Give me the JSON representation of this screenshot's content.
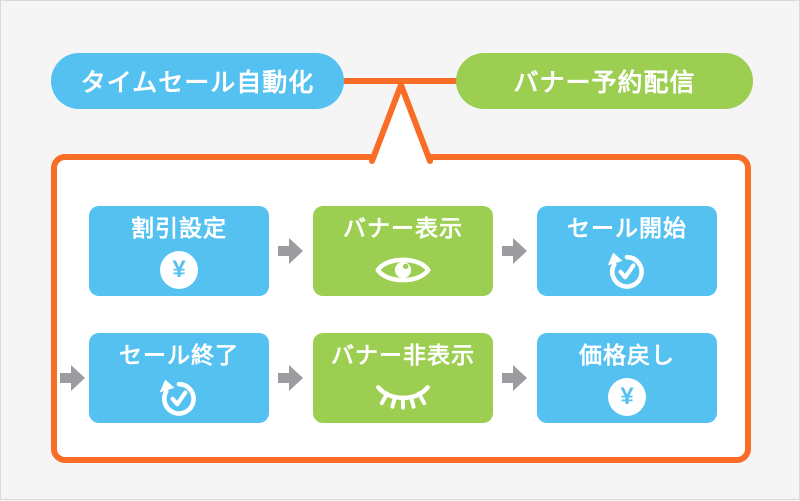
{
  "colors": {
    "background": "#f5f5f6",
    "frame_border": "#d9d9dd",
    "blue": "#54c1f0",
    "green": "#9bce51",
    "orange": "#f96d28",
    "arrow_gray": "#9c9ca0",
    "white": "#ffffff"
  },
  "header": {
    "left_pill": "タイムセール自動化",
    "right_pill": "バナー予約配信"
  },
  "flow": {
    "rows": [
      {
        "steps": [
          {
            "label": "割引設定",
            "icon": "yen-circle-icon",
            "color": "blue"
          },
          {
            "label": "バナー表示",
            "icon": "eye-icon",
            "color": "green"
          },
          {
            "label": "セール開始",
            "icon": "clock-history-icon",
            "color": "blue"
          }
        ]
      },
      {
        "steps": [
          {
            "label": "セール終了",
            "icon": "clock-history-icon",
            "color": "blue"
          },
          {
            "label": "バナー非表示",
            "icon": "eye-closed-icon",
            "color": "green"
          },
          {
            "label": "価格戻し",
            "icon": "yen-circle-icon",
            "color": "blue"
          }
        ]
      }
    ]
  },
  "symbols": {
    "yen": "¥"
  }
}
